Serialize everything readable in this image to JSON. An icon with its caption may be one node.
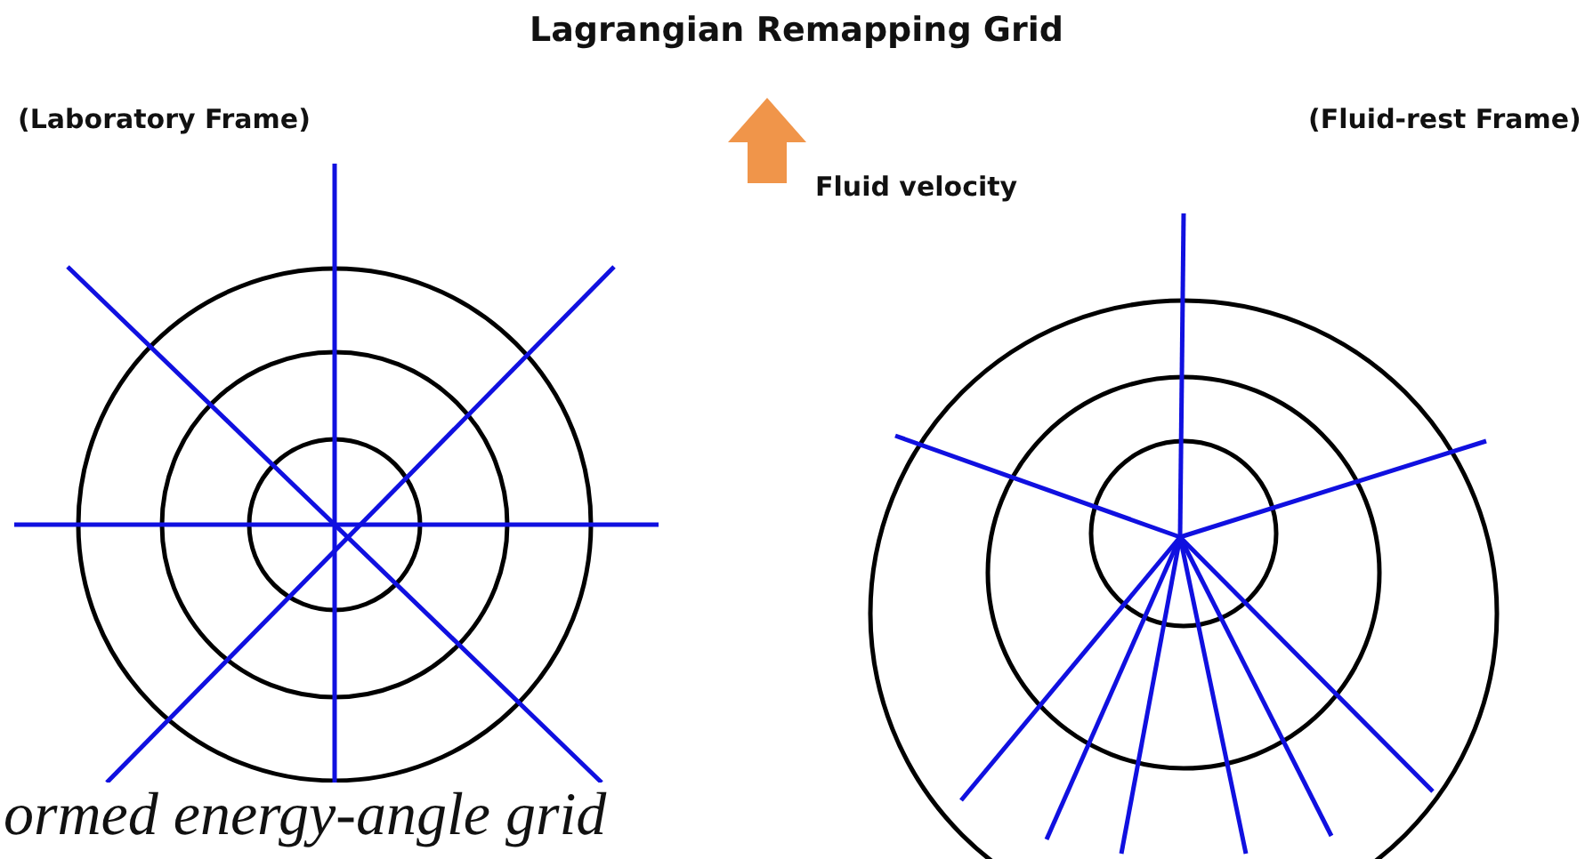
{
  "diagram": {
    "title": "Lagrangian Remapping Grid",
    "labels": [
      "(Laboratory Frame)",
      "Fluid velocity",
      "(Fluid-rest Frame)",
      "ormed energy-angle grid"
    ]
  }
}
